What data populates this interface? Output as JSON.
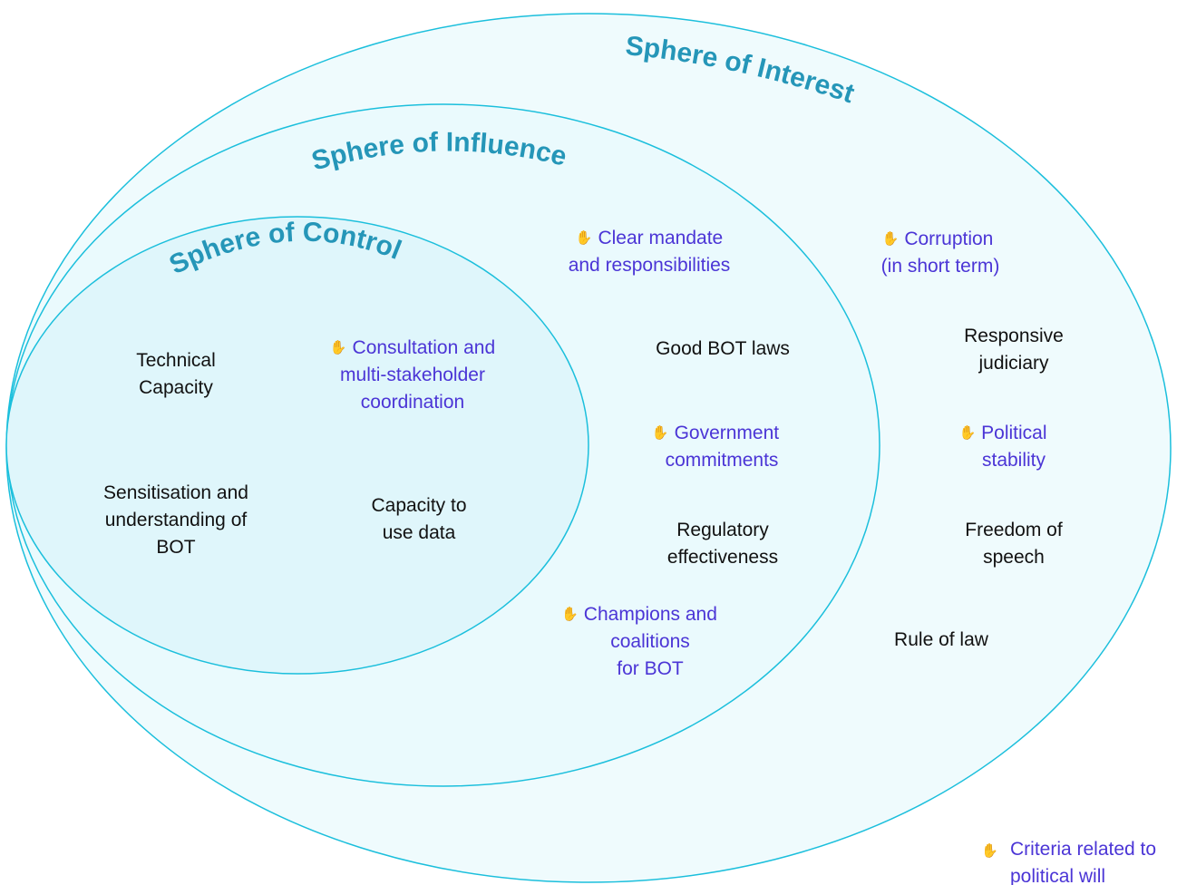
{
  "colors": {
    "stroke": "#1bbfdc",
    "fill": "#effbfd",
    "inner_fill": "#dff6fb",
    "title": "#2596b8",
    "black_text": "#111111",
    "blue_text": "#4b35d6"
  },
  "icon": "hand-icon",
  "spheres": {
    "interest": {
      "title": "Sphere of Interest"
    },
    "influence": {
      "title": "Sphere of Influence"
    },
    "control": {
      "title": "Sphere of Control"
    }
  },
  "items": {
    "technical_capacity": [
      "Technical",
      "Capacity"
    ],
    "consultation": [
      "Consultation and",
      "multi-stakeholder",
      "coordination"
    ],
    "sensitisation": [
      "Sensitisation and",
      "understanding of",
      "BOT"
    ],
    "capacity_data": [
      "Capacity to",
      "use data"
    ],
    "clear_mandate": [
      "Clear mandate",
      "and responsibilities"
    ],
    "good_bot_laws": [
      "Good BOT laws"
    ],
    "government_commitments": [
      "Government",
      "commitments"
    ],
    "regulatory": [
      "Regulatory",
      "effectiveness"
    ],
    "champions": [
      "Champions and",
      "coalitions",
      "for BOT"
    ],
    "corruption": [
      "Corruption",
      "(in short term)"
    ],
    "judiciary": [
      "Responsive",
      "judiciary"
    ],
    "political_stability": [
      "Political",
      "stability"
    ],
    "freedom": [
      "Freedom of",
      "speech"
    ],
    "rule_of_law": [
      "Rule of law"
    ]
  },
  "legend": {
    "label_line1": "Criteria related to",
    "label_line2": "political will"
  }
}
